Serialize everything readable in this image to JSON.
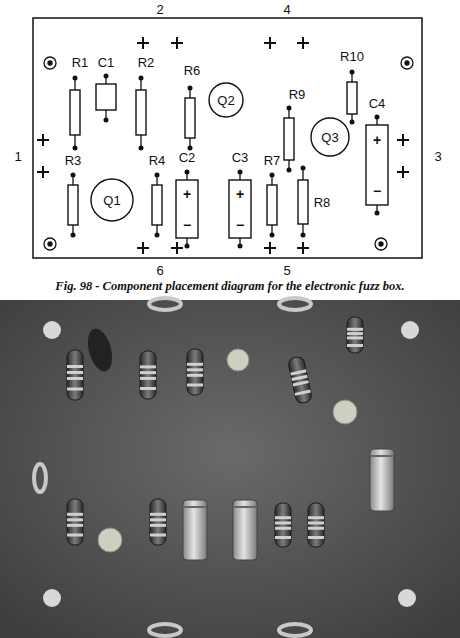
{
  "diagram": {
    "caption": "Fig. 98 - Component placement diagram for the electronic fuzz box.",
    "nodes": [
      {
        "text": [
          "Q2"
        ]
      },
      {
        "text": [
          "Q3"
        ]
      },
      {
        "text": [
          "Q1"
        ]
      }
    ],
    "edges": [],
    "labels": [
      "2",
      "4",
      "1",
      "3",
      "R1",
      "C1",
      "R2",
      "R6",
      "R10",
      "R9",
      "C4",
      "+",
      "−",
      "R3",
      "R4",
      "C2",
      "+",
      "−",
      "C3",
      "+",
      "−",
      "R7",
      "R8",
      "6",
      "5"
    ]
  }
}
